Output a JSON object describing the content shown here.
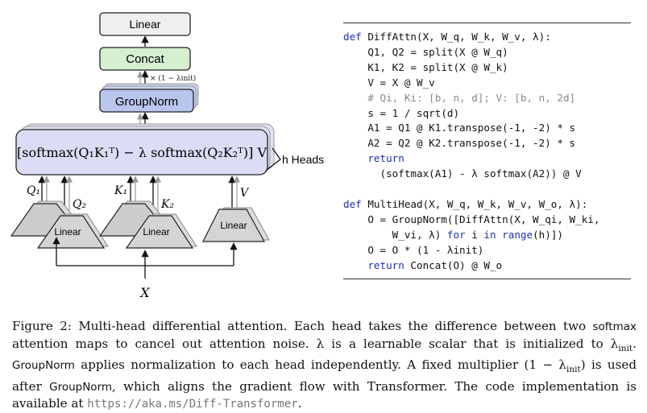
{
  "diagram": {
    "linear_top": "Linear",
    "concat": "Concat",
    "groupnorm": "GroupNorm",
    "scale_label": "× (1 − λinit)",
    "formula": "[softmax(Q₁K₁ᵀ) − λ softmax(Q₂K₂ᵀ)] V",
    "heads_label": "h Heads",
    "linear_q": "Linear",
    "linear_k": "Linear",
    "linear_v": "Linear",
    "q1": "Q₁",
    "q2": "Q₂",
    "k1": "K₁",
    "k2": "K₂",
    "v": "V",
    "x": "X"
  },
  "code": {
    "l1_def": "def",
    "l1_rest": " DiffAttn(X, W_q, W_k, W_v, λ):",
    "l2": "    Q1, Q2 = split(X @ W_q)",
    "l3": "    K1, K2 = split(X @ W_k)",
    "l4": "    V = X @ W_v",
    "l5": "    # Qi, Ki: [b, n, d]; V: [b, n, 2d]",
    "l6": "    s = 1 / sqrt(d)",
    "l7": "    A1 = Q1 @ K1.transpose(-1, -2) * s",
    "l8": "    A2 = Q2 @ K2.transpose(-1, -2) * s",
    "l9_return": "    return",
    "l10": "      (softmax(A1) - λ softmax(A2)) @ V",
    "l12_def": "def",
    "l12_rest": " MultiHead(X, W_q, W_k, W_v, W_o, λ):",
    "l13": "    O = GroupNorm([DiffAttn(X, W_qi, W_ki,",
    "l14_a": "        W_vi, λ) ",
    "l14_for": "for",
    "l14_b": " i ",
    "l14_in": "in",
    "l14_range": " range",
    "l14_c": "(h)])",
    "l15": "    O = O * (1 - λinit)",
    "l16_return": "    return",
    "l16_rest": " Concat(O) @ W_o"
  },
  "caption": {
    "l1a": "Figure 2: Multi-head differential attention. Each head takes the difference between two ",
    "l1b": "softmax",
    "l2a": "attention maps to cancel out attention noise.  λ is a learnable scalar that is initialized to λ",
    "l2b": "init",
    "l2c": ".",
    "l3a": "GroupNorm",
    "l3b": " applies normalization to each head independently. A fixed multiplier (1 − λ",
    "l3c": "init",
    "l3d": ") is used",
    "l4a": "after ",
    "l4b": "GroupNorm",
    "l4c": ", which aligns the gradient flow with Transformer. The code implementation is",
    "l5a": "available at ",
    "l5b": "https://aka.ms/Diff-Transformer",
    "l5c": "."
  }
}
